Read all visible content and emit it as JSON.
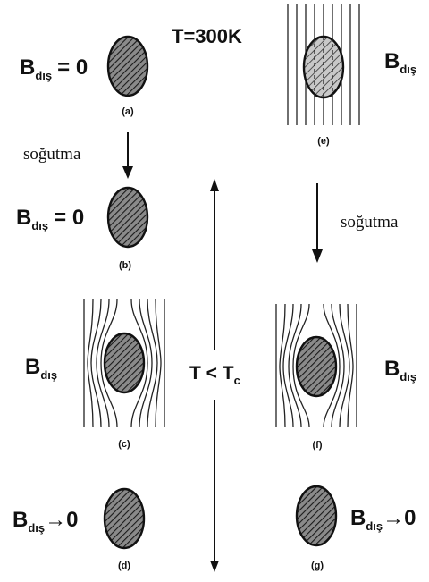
{
  "temperature_top": "T=300K",
  "temperature_mid": "T < T",
  "temperature_mid_sub": "c",
  "cooling_label": "soğutma",
  "field_symbol": "B",
  "field_sub": "dış",
  "eq_zero": "= 0",
  "to_zero": "→0",
  "panels": {
    "a": "(a)",
    "b": "(b)",
    "c": "(c)",
    "d": "(d)",
    "e": "(e)",
    "f": "(f)",
    "g": "(g)"
  }
}
